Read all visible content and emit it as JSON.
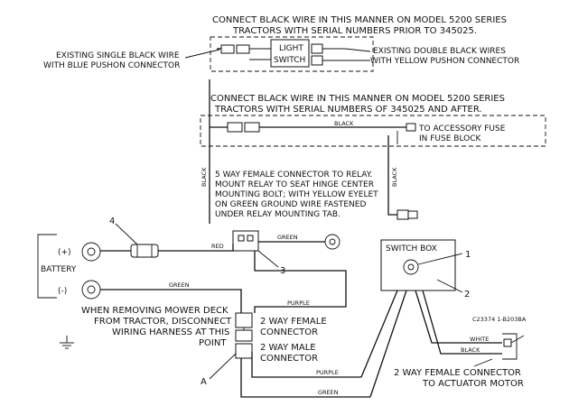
{
  "figure": {
    "figure_id": "C23374 1-B203BA"
  },
  "section_pre": {
    "heading_line1": "CONNECT BLACK WIRE IN THIS MANNER ON MODEL 5200 SERIES",
    "heading_line2": "TRACTORS WITH SERIAL NUMBERS PRIOR TO 345025.",
    "left_note_line1": "EXISTING SINGLE BLACK WIRE",
    "left_note_line2": "WITH BLUE PUSHON CONNECTOR",
    "switch_line1": "LIGHT",
    "switch_line2": "SWITCH",
    "right_note_line1": "EXISTING DOUBLE BLACK WIRES",
    "right_note_line2": "WITH YELLOW PUSHON CONNECTOR"
  },
  "section_post": {
    "heading_line1": "CONNECT BLACK WIRE IN THIS MANNER ON MODEL 5200 SERIES",
    "heading_line2": "TRACTORS WITH SERIAL NUMBERS OF 345025 AND AFTER.",
    "wire_label": "BLACK",
    "fuse_line1": "TO ACCESSORY FUSE",
    "fuse_line2": "IN FUSE BLOCK"
  },
  "relay": {
    "note_line1": "5 WAY FEMALE CONNECTOR TO RELAY.",
    "note_line2": "MOUNT RELAY TO SEAT HINGE CENTER",
    "note_line3": "MOUNTING BOLT; WITH YELLOW EYELET",
    "note_line4": "ON GREEN GROUND WIRE FASTENED",
    "note_line5": "UNDER RELAY MOUNTING TAB.",
    "callout": "3"
  },
  "wires": {
    "black_left": "BLACK",
    "black_right": "BLACK",
    "red": "RED",
    "green_relay": "GREEN",
    "green_battery": "GREEN",
    "purple_top": "PURPLE",
    "purple_bottom": "PURPLE",
    "green_bottom": "GREEN",
    "white": "WHITE",
    "black_motor": "BLACK"
  },
  "battery": {
    "label": "BATTERY",
    "pos": "(+)",
    "neg": "(-)",
    "fuse_callout": "4"
  },
  "switch_box": {
    "label": "SWITCH BOX",
    "callout_switch": "1",
    "callout_box": "2"
  },
  "harness": {
    "note_line1": "WHEN REMOVING MOWER DECK",
    "note_line2": "FROM TRACTOR, DISCONNECT",
    "note_line3": "WIRING HARNESS AT THIS",
    "note_line4": "POINT",
    "female_line1": "2 WAY FEMALE",
    "female_line2": "CONNECTOR",
    "male_line1": "2 WAY MALE",
    "male_line2": "CONNECTOR",
    "callout": "A"
  },
  "motor": {
    "label_line1": "2 WAY FEMALE CONNECTOR",
    "label_line2": "TO ACTUATOR MOTOR"
  }
}
